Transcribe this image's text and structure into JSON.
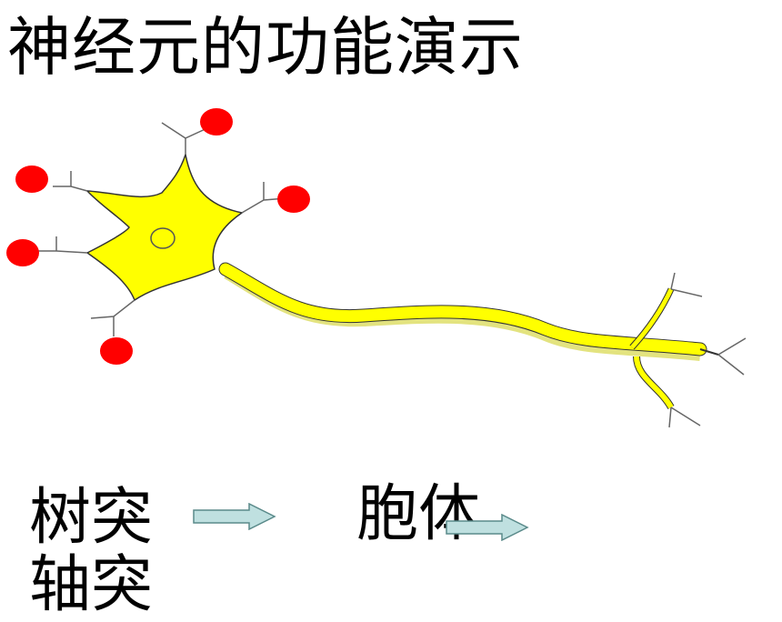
{
  "title": "神经元的功能演示",
  "labels": {
    "dendrite": "树突",
    "cell_body": "胞体",
    "axon": "轴突"
  },
  "colors": {
    "cell": "#ffff00",
    "signal": "#ff0000",
    "arrow_fill": "#bfe0e0",
    "arrow_stroke": "#5a8a8a"
  }
}
